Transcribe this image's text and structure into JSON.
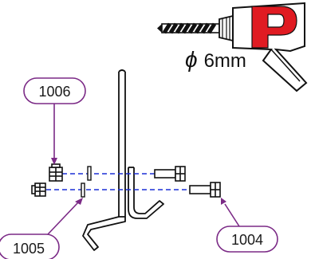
{
  "drill_label": {
    "symbol": "ϕ",
    "size": "6mm"
  },
  "callouts": {
    "c1006": "1006",
    "c1005": "1005",
    "c1004": "1004"
  },
  "colors": {
    "callout_border": "#7b2a86",
    "brand_red": "#e01b22",
    "line": "#111111",
    "centerline": "#1c2fd6"
  },
  "icons": [
    "drill-icon",
    "brand-logo-icon"
  ]
}
